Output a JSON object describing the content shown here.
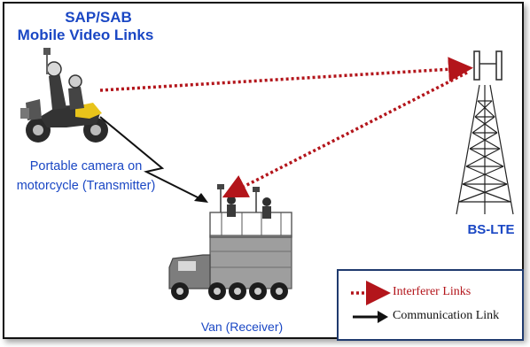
{
  "title": {
    "line1": "SAP/SAB",
    "line2": "Mobile Video Links"
  },
  "camera": {
    "line1": "Portable camera on",
    "line2": "motorcycle (Transmitter)"
  },
  "base_station": {
    "label": "BS-LTE"
  },
  "van": {
    "label": "Van (Receiver)"
  },
  "legend": {
    "interferer": "Interferer Links",
    "communication": "Communication Link"
  },
  "colors": {
    "label_blue": "#1a47c4",
    "interferer_red": "#b3151b",
    "communication_black": "#111111"
  }
}
